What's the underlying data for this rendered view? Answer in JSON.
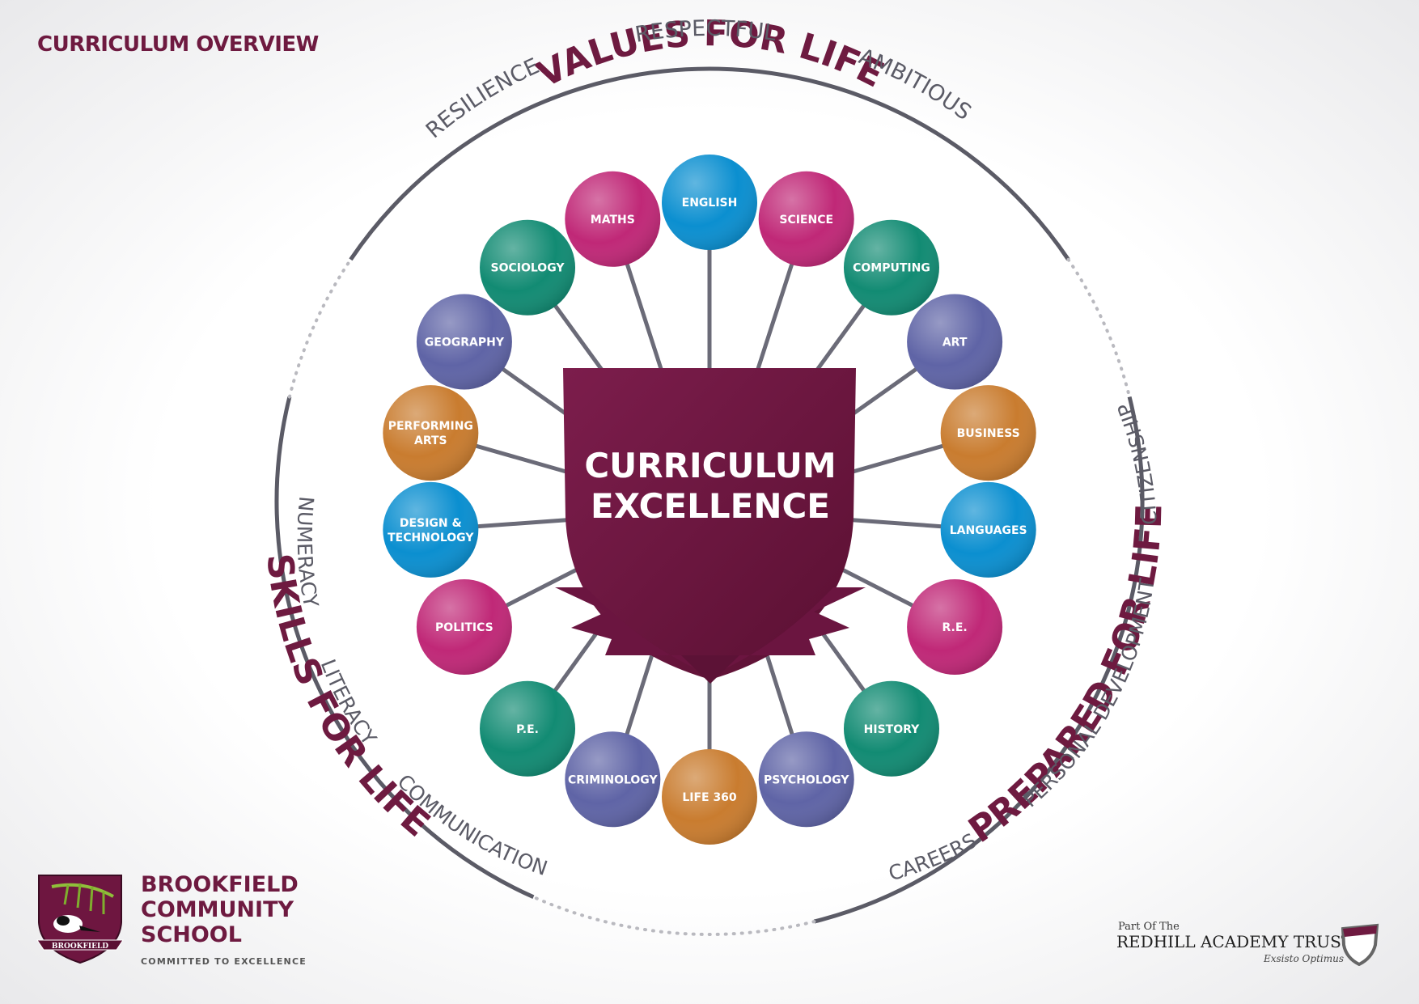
{
  "page_title": "CURRICULUM OVERVIEW",
  "center": {
    "line1": "CURRICULUM",
    "line2": "EXCELLENCE"
  },
  "ring_titles": {
    "values": "VALUES FOR LIFE",
    "skills": "SKILLS FOR LIFE",
    "prepared": "PREPARED FOR LIFE"
  },
  "values": [
    "RESILIENCE",
    "RESPECTFUL",
    "AMBITIOUS"
  ],
  "skills": [
    "NUMERACY",
    "LITERACY",
    "COMMUNICATION"
  ],
  "prepared": [
    "CAREERS",
    "PERSONAL DEVELOPMENT",
    "CITIZENSHIP"
  ],
  "subjects": [
    {
      "label": "ENGLISH",
      "color": "#0b8fd0"
    },
    {
      "label": "SCIENCE",
      "color": "#c02877"
    },
    {
      "label": "COMPUTING",
      "color": "#128b73"
    },
    {
      "label": "ART",
      "color": "#5f64a6"
    },
    {
      "label": "BUSINESS",
      "color": "#c97c2f"
    },
    {
      "label": "LANGUAGES",
      "color": "#0b8fd0"
    },
    {
      "label": "R.E.",
      "color": "#c02877"
    },
    {
      "label": "HISTORY",
      "color": "#128b73"
    },
    {
      "label": "PSYCHOLOGY",
      "color": "#5f64a6"
    },
    {
      "label": "LIFE 360",
      "color": "#c97c2f"
    },
    {
      "label": "CRIMINOLOGY",
      "color": "#5f64a6"
    },
    {
      "label": "P.E.",
      "color": "#128b73"
    },
    {
      "label": "POLITICS",
      "color": "#c02877"
    },
    {
      "label": "DESIGN & TECHNOLOGY",
      "color": "#0b8fd0"
    },
    {
      "label": "PERFORMING ARTS",
      "color": "#c97c2f"
    },
    {
      "label": "GEOGRAPHY",
      "color": "#5f64a6"
    },
    {
      "label": "SOCIOLOGY",
      "color": "#128b73"
    },
    {
      "label": "MATHS",
      "color": "#c02877"
    }
  ],
  "colors": {
    "brand": "#6e1a40",
    "shield": "#6e1640",
    "ring": "#5b5b66",
    "dotted": "#b9b9bf"
  },
  "school": {
    "name": "BROOKFIELD COMMUNITY SCHOOL",
    "motto": "COMMITTED TO EXCELLENCE",
    "crest_banner": "BROOKFIELD"
  },
  "trust": {
    "pre": "Part Of The",
    "name": "REDHILL ACADEMY TRUST",
    "motto": "Exsisto Optimus"
  }
}
